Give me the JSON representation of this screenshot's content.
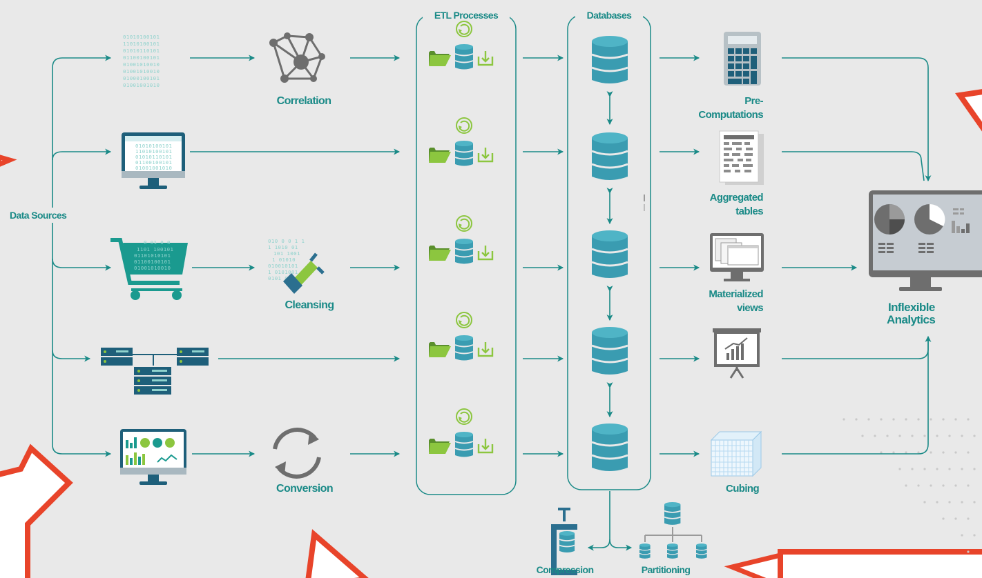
{
  "labels": {
    "data_sources": "Data Sources",
    "etl_processes": "ETL Processes",
    "databases": "Databases",
    "correlation": "Correlation",
    "cleansing": "Cleansing",
    "conversion": "Conversion",
    "pre_computations_line1": "Pre-",
    "pre_computations_line2": "Computations",
    "aggregated_line1": "Aggregated",
    "aggregated_line2": "tables",
    "materialized_line1": "Materialized",
    "materialized_line2": "views",
    "cubing": "Cubing",
    "compression": "Compression",
    "partitioning": "Partitioning",
    "inflexible_line1": "Inflexible",
    "inflexible_line2": "Analytics"
  },
  "colors": {
    "teal": "#1a8a87",
    "db_teal": "#3a9cb1",
    "green": "#8cc63f",
    "gray": "#6e6e6e",
    "red": "#e8442a",
    "background": "#e9e9e9"
  },
  "binary_text": [
    "01010100101",
    "11010100101",
    "01010110101",
    "01100100101",
    "01001010010",
    "01001010010",
    "01000100101",
    "01001001010"
  ]
}
